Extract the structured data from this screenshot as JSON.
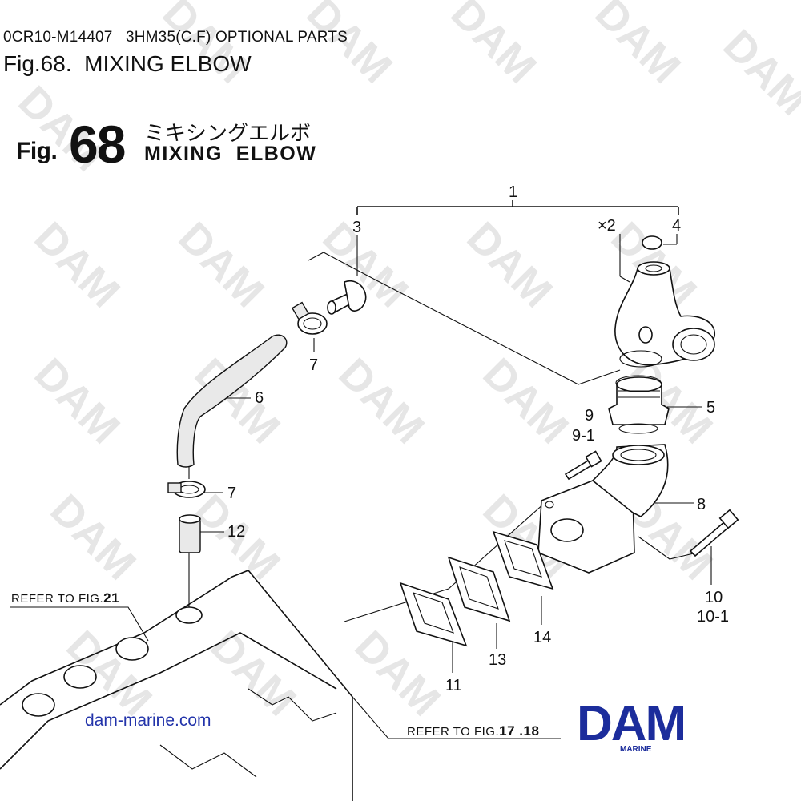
{
  "header": {
    "doc_code": "0CR10-M14407   3HM35(C.F) OPTIONAL PARTS",
    "fig_title": "Fig.68.  MIXING ELBOW"
  },
  "figure_label": {
    "fig_word": "Fig.",
    "fig_number": "68",
    "title_jp": "ミキシングエルボ",
    "title_en": "MIXING  ELBOW"
  },
  "callouts": {
    "c1": "1",
    "c2": "×2",
    "c3": "3",
    "c4": "4",
    "c5": "5",
    "c6": "6",
    "c7a": "7",
    "c7b": "7",
    "c8": "8",
    "c9": "9",
    "c9_1": "9-1",
    "c10": "10",
    "c10_1": "10-1",
    "c11": "11",
    "c12": "12",
    "c13": "13",
    "c14": "14"
  },
  "refs": {
    "ref21_prefix": "REFER TO FIG.",
    "ref21_num": "21",
    "ref1718_prefix": "REFER TO FIG.",
    "ref1718_num": "17 .18"
  },
  "watermark": "DAM",
  "footer": {
    "site_url": "dam-marine.com",
    "logo_text": "DAM",
    "logo_sub": "MARINE"
  },
  "colors": {
    "brand_blue": "#1c2d9c",
    "url_blue": "#2233aa",
    "watermark_gray": "#e6e6e6"
  }
}
